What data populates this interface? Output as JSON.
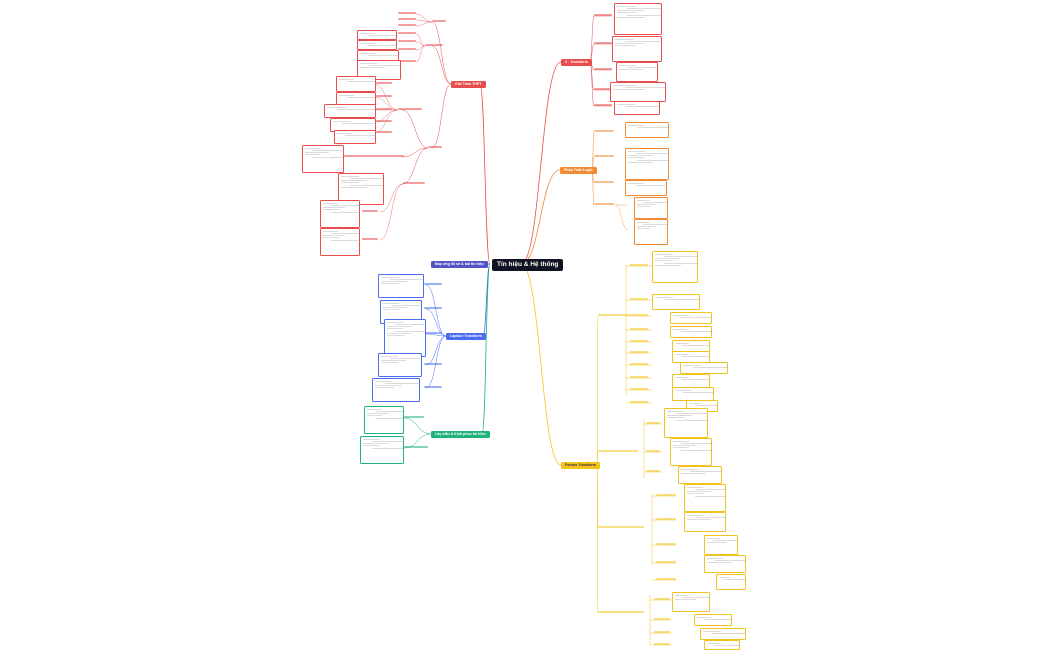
{
  "root": "Tín hiệu & Hệ thống",
  "colors": {
    "red": "#e84d4d",
    "orange": "#f08a34",
    "yellow": "#f2c21f",
    "green": "#1fb37a",
    "blue": "#4b6cf0",
    "indigo": "#5353c9",
    "root": "#111322"
  },
  "branches": {
    "z_transform": "Z - Transform",
    "phep_toan_logic": "Phép Toán Logic",
    "fourier": "Fourier Transform",
    "giai_toan_thpt": "Giải Toán THPT",
    "dap_ung": "Đáp ứng lỗi sổ & bài tín hiệu",
    "laplace": "Laplace Transform",
    "lay_mau": "Lấy mẫu & Khôi phục tín hiệu"
  }
}
